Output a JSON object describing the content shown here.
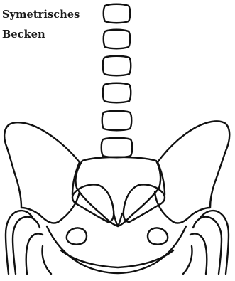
{
  "caption": {
    "line1": "Symetrisches",
    "line2": "Becken"
  },
  "illustration": {
    "subject": "symmetrical-pelvis",
    "vertebra_count": 6,
    "line_color": "#111111",
    "background_color": "#ffffff"
  }
}
